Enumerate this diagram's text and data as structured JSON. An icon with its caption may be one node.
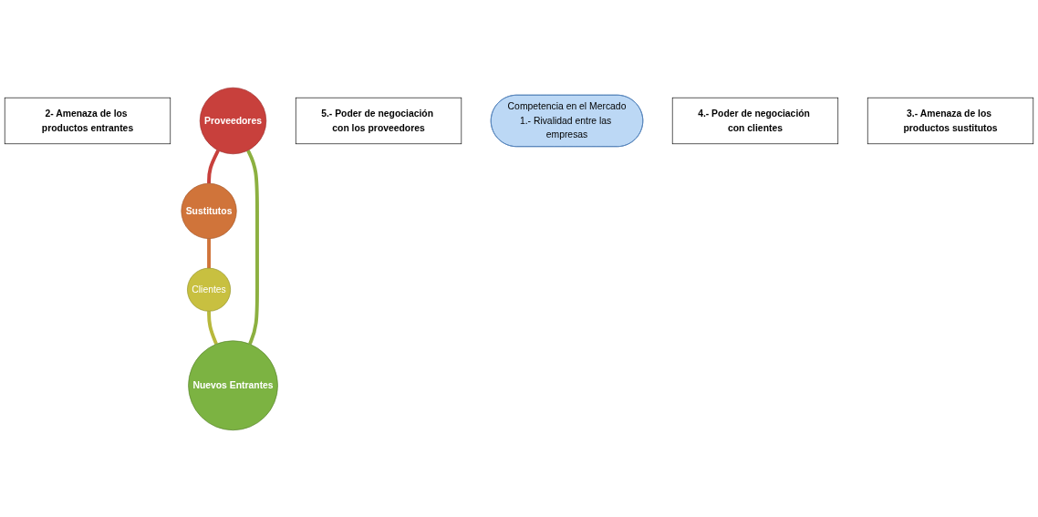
{
  "diagram": {
    "nodes": [
      {
        "text": [
          "2- Amenaza de los productos entrantes"
        ]
      },
      {
        "text": [
          "Proveedores"
        ]
      },
      {
        "text": [
          "5.- Poder de negociación con los proveedores"
        ]
      },
      {
        "text": [
          "Nuevos Entrantes"
        ]
      },
      {
        "text": [
          "Competencia en el Mercado",
          "1.- Rivalidad entre las empresas"
        ]
      },
      {
        "text": [
          "Sustitutos"
        ]
      },
      {
        "text": [
          "4.- Poder de negociación con clientes"
        ]
      },
      {
        "text": [
          "3.- Amenaza de los productos sustitutos"
        ]
      },
      {
        "text": [
          "Clientes"
        ]
      }
    ],
    "edges": [
      {
        "from": 1,
        "to": 5,
        "arrow": "none",
        "color": "#c8403c"
      },
      {
        "from": 5,
        "to": 8,
        "arrow": "none",
        "color": "#d0743a"
      },
      {
        "from": 8,
        "to": 3,
        "arrow": "none",
        "color": "#b8b83c"
      },
      {
        "from": 3,
        "to": 1,
        "arrow": "none",
        "color": "#8cb040"
      }
    ]
  }
}
